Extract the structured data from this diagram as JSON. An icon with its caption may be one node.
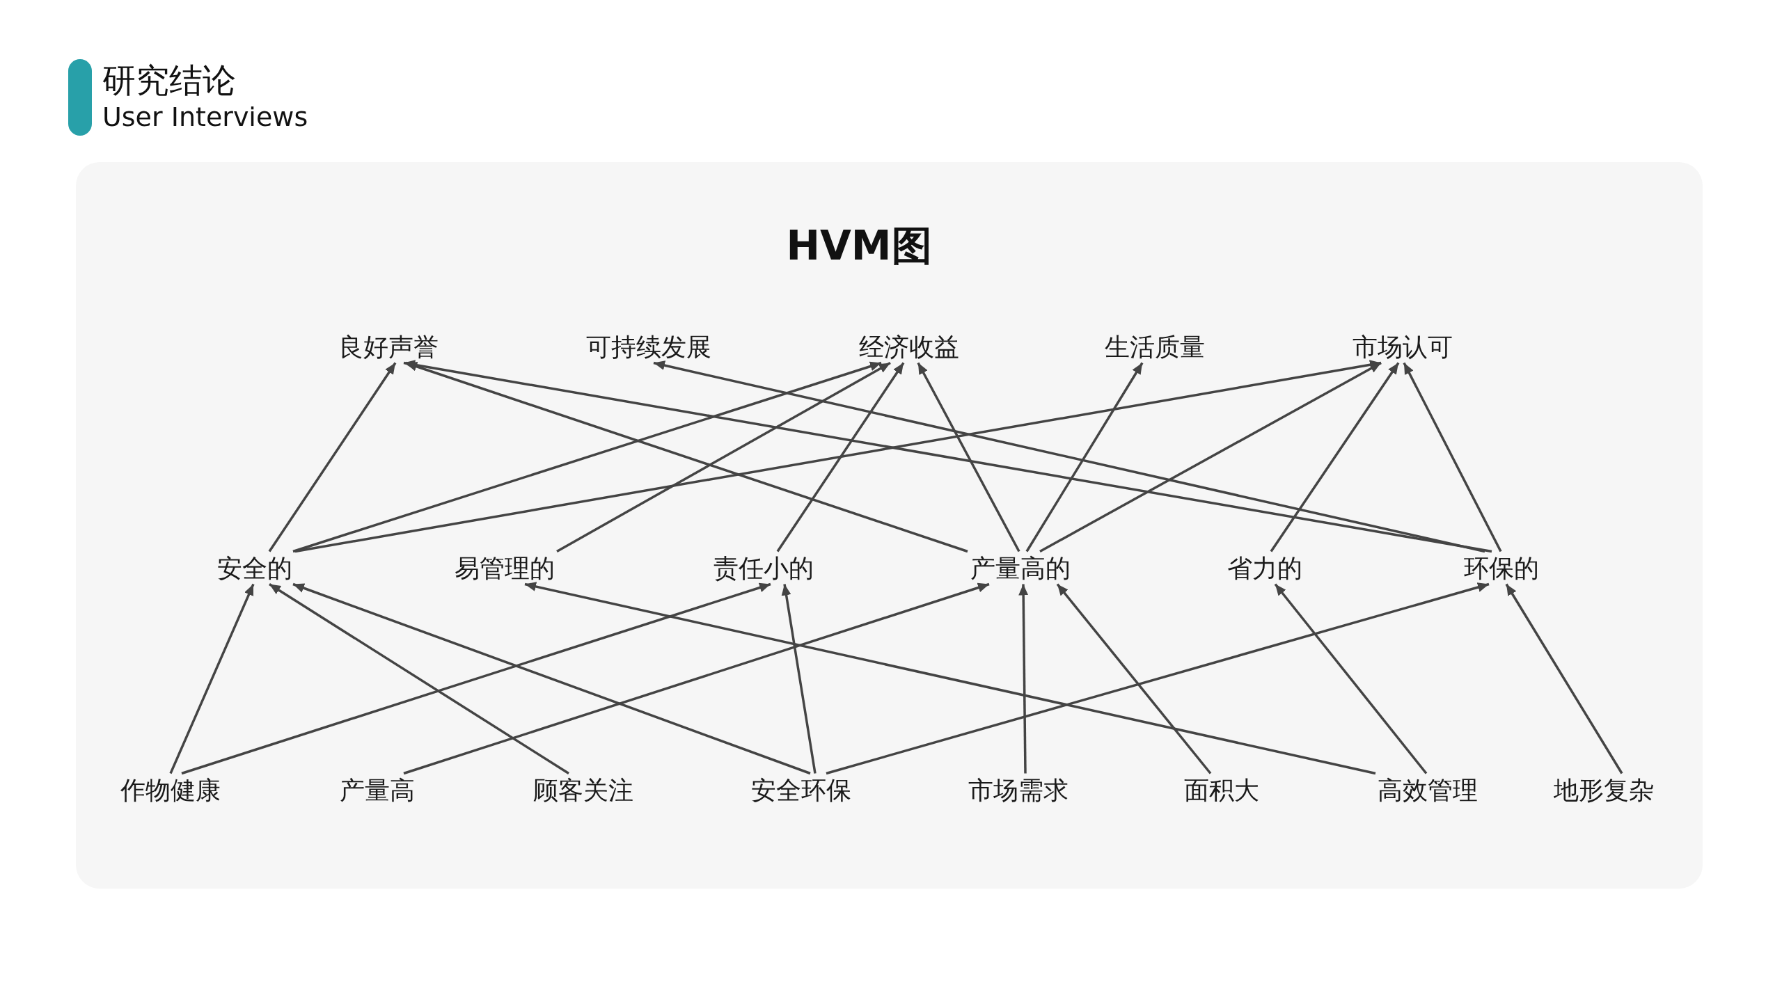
{
  "diagram": {
    "title": "HVM图",
    "nodes": [
      {
        "text": [
          "良好声誉"
        ]
      },
      {
        "text": [
          "可持续发展"
        ]
      },
      {
        "text": [
          "经济收益"
        ]
      },
      {
        "text": [
          "生活质量"
        ]
      },
      {
        "text": [
          "市场认可"
        ]
      },
      {
        "text": [
          "安全的"
        ]
      },
      {
        "text": [
          "易管理的"
        ]
      },
      {
        "text": [
          "责任小的"
        ]
      },
      {
        "text": [
          "产量高的"
        ]
      },
      {
        "text": [
          "省力的"
        ]
      },
      {
        "text": [
          "环保的"
        ]
      },
      {
        "text": [
          "作物健康"
        ]
      },
      {
        "text": [
          "产量高"
        ]
      },
      {
        "text": [
          "顾客关注"
        ]
      },
      {
        "text": [
          "安全环保"
        ]
      },
      {
        "text": [
          "市场需求"
        ]
      },
      {
        "text": [
          "面积大"
        ]
      },
      {
        "text": [
          "高效管理"
        ]
      },
      {
        "text": [
          "地形复杂"
        ]
      }
    ],
    "edges": [
      {
        "from": 5,
        "to": 0,
        "arrow": "to"
      },
      {
        "from": 5,
        "to": 2,
        "arrow": "to"
      },
      {
        "from": 5,
        "to": 4,
        "arrow": "to"
      },
      {
        "from": 6,
        "to": 2,
        "arrow": "to"
      },
      {
        "from": 7,
        "to": 2,
        "arrow": "to"
      },
      {
        "from": 8,
        "to": 0,
        "arrow": "to"
      },
      {
        "from": 8,
        "to": 2,
        "arrow": "to"
      },
      {
        "from": 8,
        "to": 3,
        "arrow": "to"
      },
      {
        "from": 8,
        "to": 4,
        "arrow": "to"
      },
      {
        "from": 9,
        "to": 4,
        "arrow": "to"
      },
      {
        "from": 10,
        "to": 4,
        "arrow": "to"
      },
      {
        "from": 10,
        "to": 0,
        "arrow": "to"
      },
      {
        "from": 10,
        "to": 1,
        "arrow": "to"
      },
      {
        "from": 11,
        "to": 5,
        "arrow": "to"
      },
      {
        "from": 11,
        "to": 7,
        "arrow": "to"
      },
      {
        "from": 12,
        "to": 8,
        "arrow": "to"
      },
      {
        "from": 13,
        "to": 5,
        "arrow": "to"
      },
      {
        "from": 14,
        "to": 5,
        "arrow": "to"
      },
      {
        "from": 14,
        "to": 7,
        "arrow": "to"
      },
      {
        "from": 14,
        "to": 10,
        "arrow": "to"
      },
      {
        "from": 15,
        "to": 8,
        "arrow": "to"
      },
      {
        "from": 16,
        "to": 8,
        "arrow": "to"
      },
      {
        "from": 17,
        "to": 6,
        "arrow": "to"
      },
      {
        "from": 17,
        "to": 9,
        "arrow": "to"
      },
      {
        "from": 18,
        "to": 10,
        "arrow": "to"
      }
    ],
    "labels": [
      "研究结论",
      "User Interviews"
    ]
  }
}
